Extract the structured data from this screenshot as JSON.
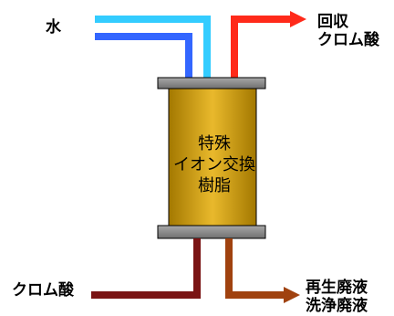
{
  "labels": {
    "water": "水",
    "recovered_line1": "回収",
    "recovered_line2": "クロム酸",
    "chromic_acid_in": "クロム酸",
    "waste_line1": "再生廃液",
    "waste_line2": "洗浄廃液"
  },
  "column": {
    "resin_line1": "特殊",
    "resin_line2": "イオン交換",
    "resin_line3": "樹脂"
  },
  "colors": {
    "water_light": "#33ccff",
    "water_dark": "#3366ff",
    "recovered": "#ff2a1a",
    "chromic_in": "#7a1414",
    "waste": "#a0420f",
    "resin_light": "#e5b52a",
    "resin_dark": "#a57a00",
    "cap": "#888888"
  }
}
